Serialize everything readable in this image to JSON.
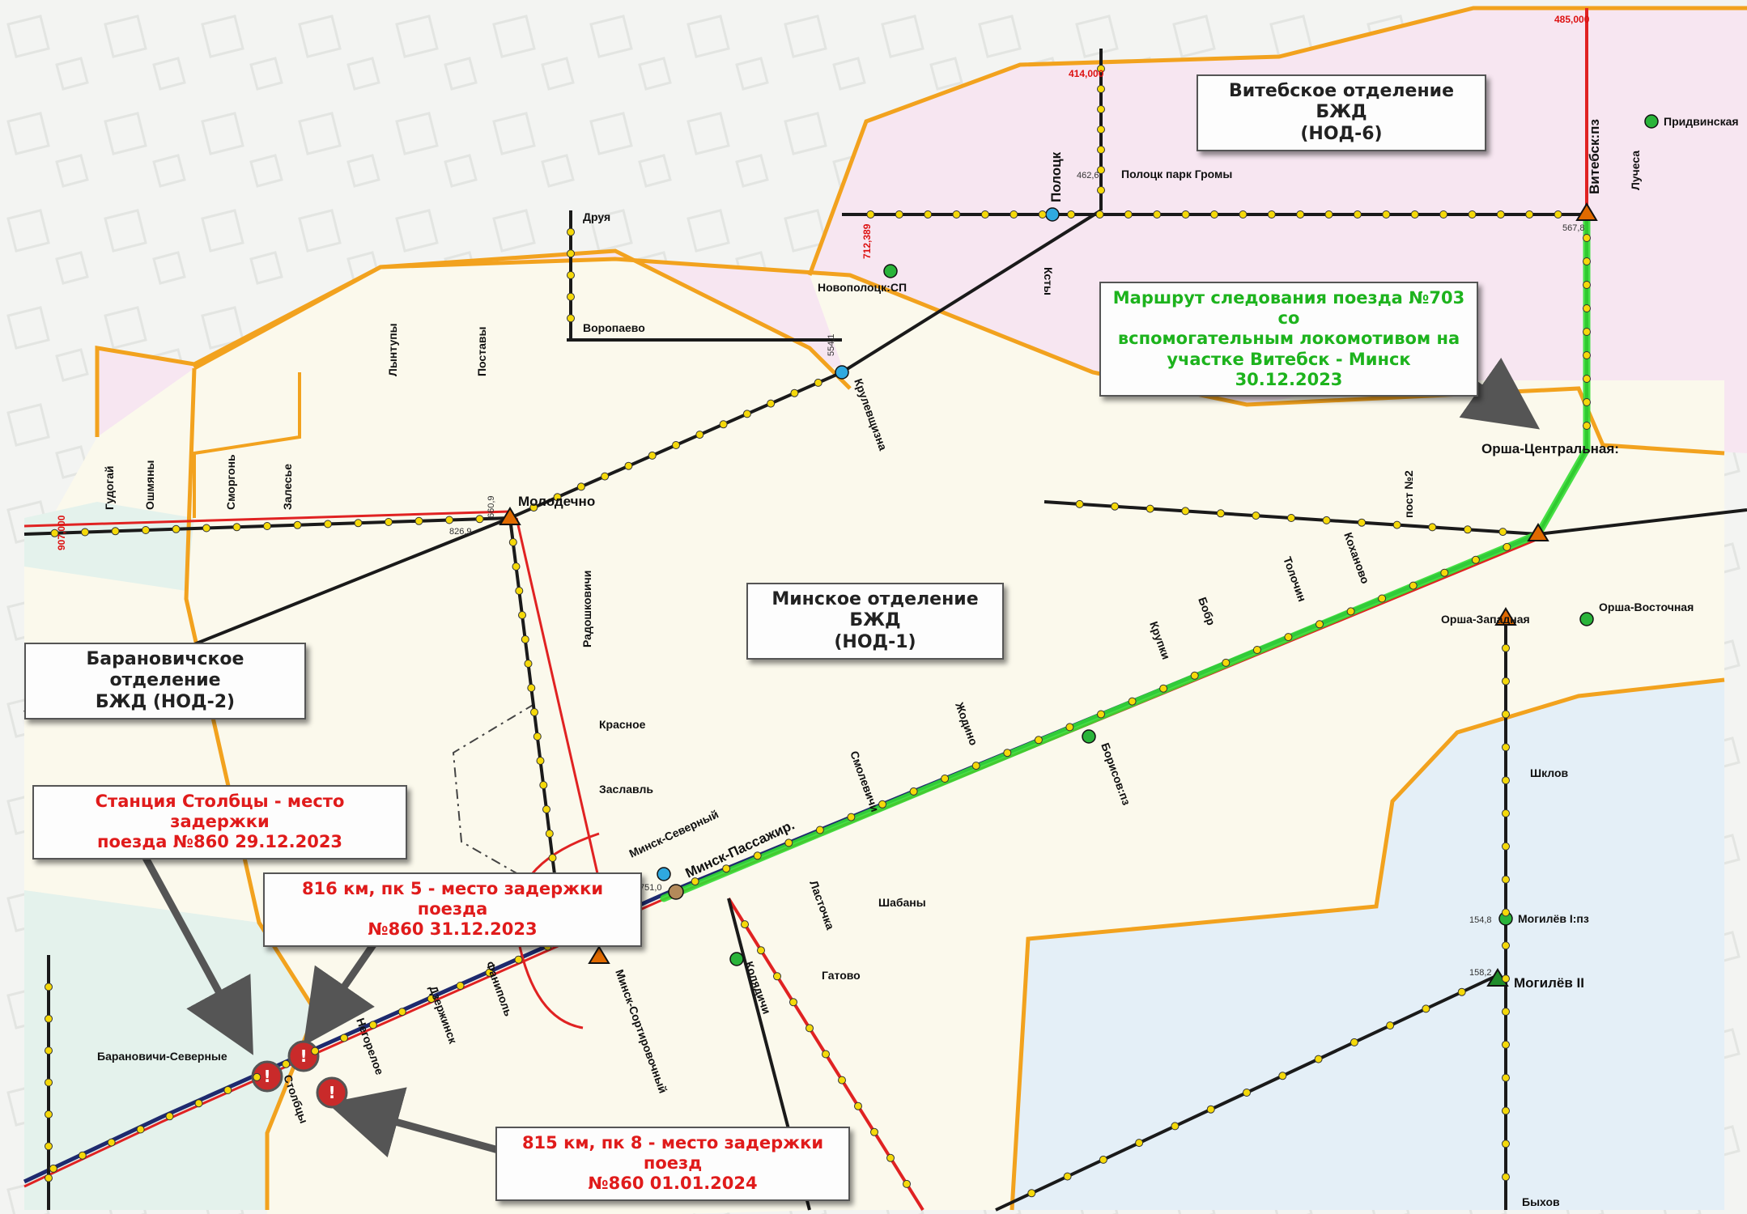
{
  "divisions": {
    "vitebsk": {
      "line1": "Витебское отделение БЖД",
      "line2": "(НОД-6)"
    },
    "minsk": {
      "line1": "Минское отделение БЖД",
      "line2": "(НОД-1)"
    },
    "baranovichi": {
      "line1": "Барановичское отделение",
      "line2": "БЖД (НОД-2)"
    }
  },
  "callouts": {
    "route": {
      "line1": "Маршрут следования поезда №703 со",
      "line2": "вспомогательным локомотивом на",
      "line3": "участке Витебск - Минск 30.12.2023"
    },
    "stolbtsy": {
      "line1": "Станция Столбцы - место задержки",
      "line2": "поезда №860 29.12.2023"
    },
    "km816": {
      "line1": "816 км, пк 5 - место задержки поезда",
      "line2": "№860 31.12.2023"
    },
    "km815": {
      "line1": "815 км, пк 8 - место задержки поезд",
      "line2": "№860 01.01.2024"
    }
  },
  "stations": {
    "vitebsk": "Витебск:пз",
    "orsha": "Орша-Центральная:",
    "orsha_z": "Орша-Западная",
    "orsha_v": "Орша-Восточная",
    "minsk_pass": "Минск-Пассажир.",
    "minsk_sev": "Минск-Северный",
    "minsk_sort": "Минск-Сортировочный",
    "molodechno": "Молодечно",
    "polotsk": "Полоцк",
    "krulevshchizna": "Крулевщизна",
    "novopolotsk": "Новополоцк:СП",
    "borisov": "Борисов:пз",
    "mogilev1": "Могилёв I:пз",
    "mogilev2": "Могилёв II",
    "stolbtsy": "Столбцы",
    "gromy": "Полоцк парк Громы",
    "ksty": "Ксты",
    "voropaevo": "Воропаево",
    "zhodino": "Жодино",
    "krupki": "Крупки",
    "bobr": "Бобр",
    "tolochin": "Толочин",
    "kokhanovo": "Коханово",
    "smolevichi": "Смолевичи",
    "dzerzhinsk": "Дзержинск",
    "fanipol": "Фаниполь",
    "negoreloe": "Негорелое",
    "shklov": "Шклов",
    "shabany": "Шабаны",
    "gatovo": "Гатово",
    "kolyadichi": "Колядичи",
    "orsha_pass": "пост №2",
    "lyntupy": "Лынтупы",
    "postavy": "Поставы",
    "druya": "Друя",
    "luchesa": "Лучеса",
    "pridvinskaya": "Придвинская",
    "zalesye": "Залесье",
    "smorgon": "Сморгонь",
    "oshmyany": "Ошмяны",
    "gudogai": "Гудогай",
    "radoshkovichi": "Радошковичи",
    "zaslavl": "Заславль",
    "krasnoe": "Красное",
    "gantsevichi": "Барановичи-Северные",
    "zhlobin": "Быхов",
    "kazimirovo": "Ласточка"
  },
  "km_labels": {
    "k485": "485,000",
    "k414": "414,000",
    "k907": "907,000",
    "k712": "712,389",
    "k567": "567,8",
    "k826": "826,9",
    "k751": "751,0",
    "k154": "154,8",
    "k158": "158,2",
    "k462": "462,6",
    "k660": "660,9",
    "k554": "554,1"
  },
  "colors": {
    "vitebsk_zone": "#f7e6f1",
    "minsk_zone": "#fbf9ec",
    "baranovichi_zone": "#e4f2ec",
    "gomel_zone": "#e4eff7",
    "border_orange": "#f2a21e",
    "route_green": "#33dd33",
    "mainline_red": "#e02222",
    "line_black": "#1a1a1a",
    "line_navy": "#1e2a6e"
  }
}
